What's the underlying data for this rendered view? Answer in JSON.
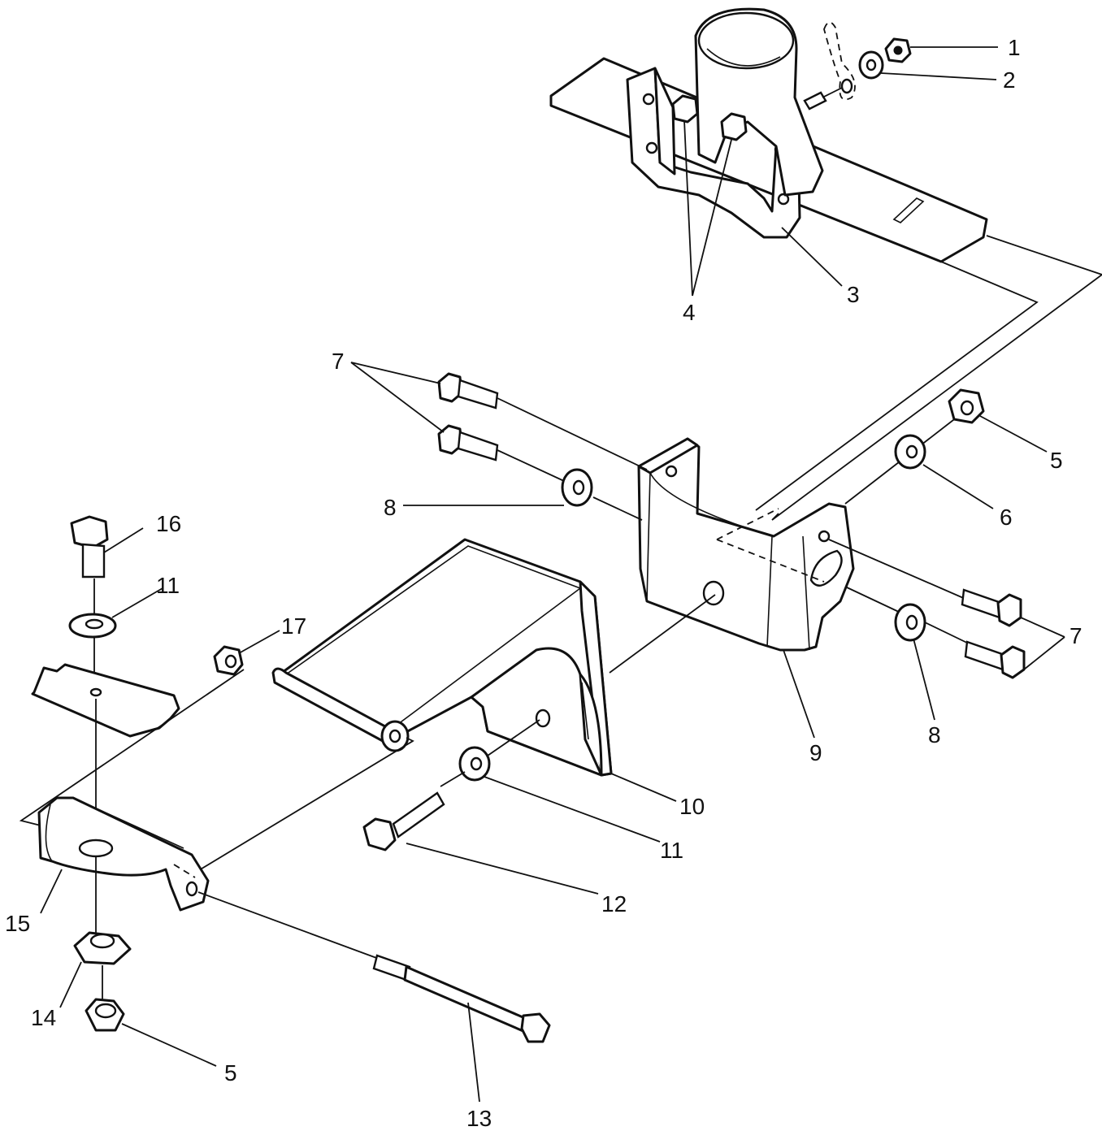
{
  "callouts": {
    "c1": "1",
    "c2": "2",
    "c3": "3",
    "c4": "4",
    "c5a": "5",
    "c6": "6",
    "c7a": "7",
    "c8a": "8",
    "c7b": "7",
    "c8b": "8",
    "c9": "9",
    "c10": "10",
    "c11a": "11",
    "c11b": "11",
    "c12": "12",
    "c13": "13",
    "c14": "14",
    "c15": "15",
    "c16": "16",
    "c17": "17",
    "c5b": "5"
  }
}
